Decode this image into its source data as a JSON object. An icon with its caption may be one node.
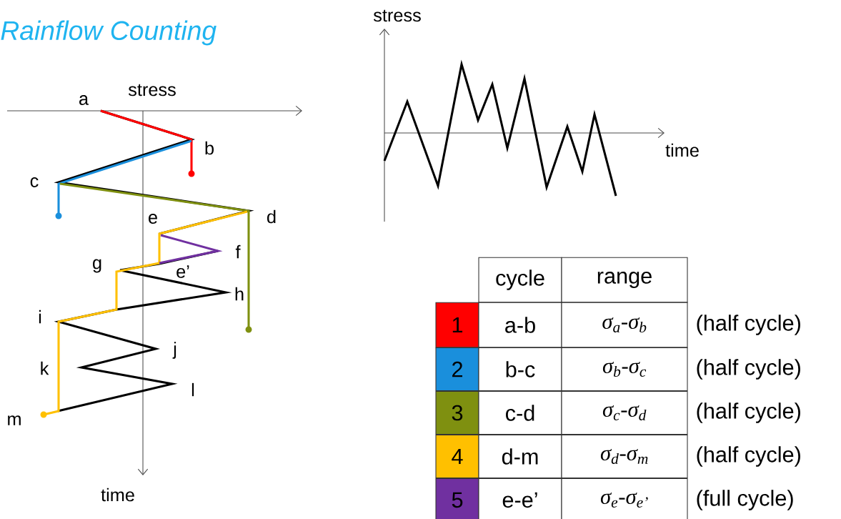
{
  "diagram": {
    "title": "Rainflow Counting",
    "labels": [
      "stress",
      "a",
      "b",
      "c",
      "d",
      "e",
      "f",
      "g",
      "e’",
      "h",
      "i",
      "j",
      "k",
      "l",
      "m",
      "time",
      "stress",
      "time",
      "cycle",
      "range",
      "1",
      "a-b",
      "σ$_{a}$-σ$_{b}$",
      "(half cycle)",
      "2",
      "b-c",
      "σ$_{b}$-σ$_{c}$",
      "(half cycle)",
      "3",
      "c-d",
      "σ$_{c}$-σ$_{d}$",
      "(half cycle)",
      "4",
      "d-m",
      "σ$_{d}$-σ$_{m}$",
      "(half cycle)",
      "5",
      "e-e’",
      "σ$_{e}$-σ$_{e’}$",
      "(full cycle)"
    ]
  }
}
